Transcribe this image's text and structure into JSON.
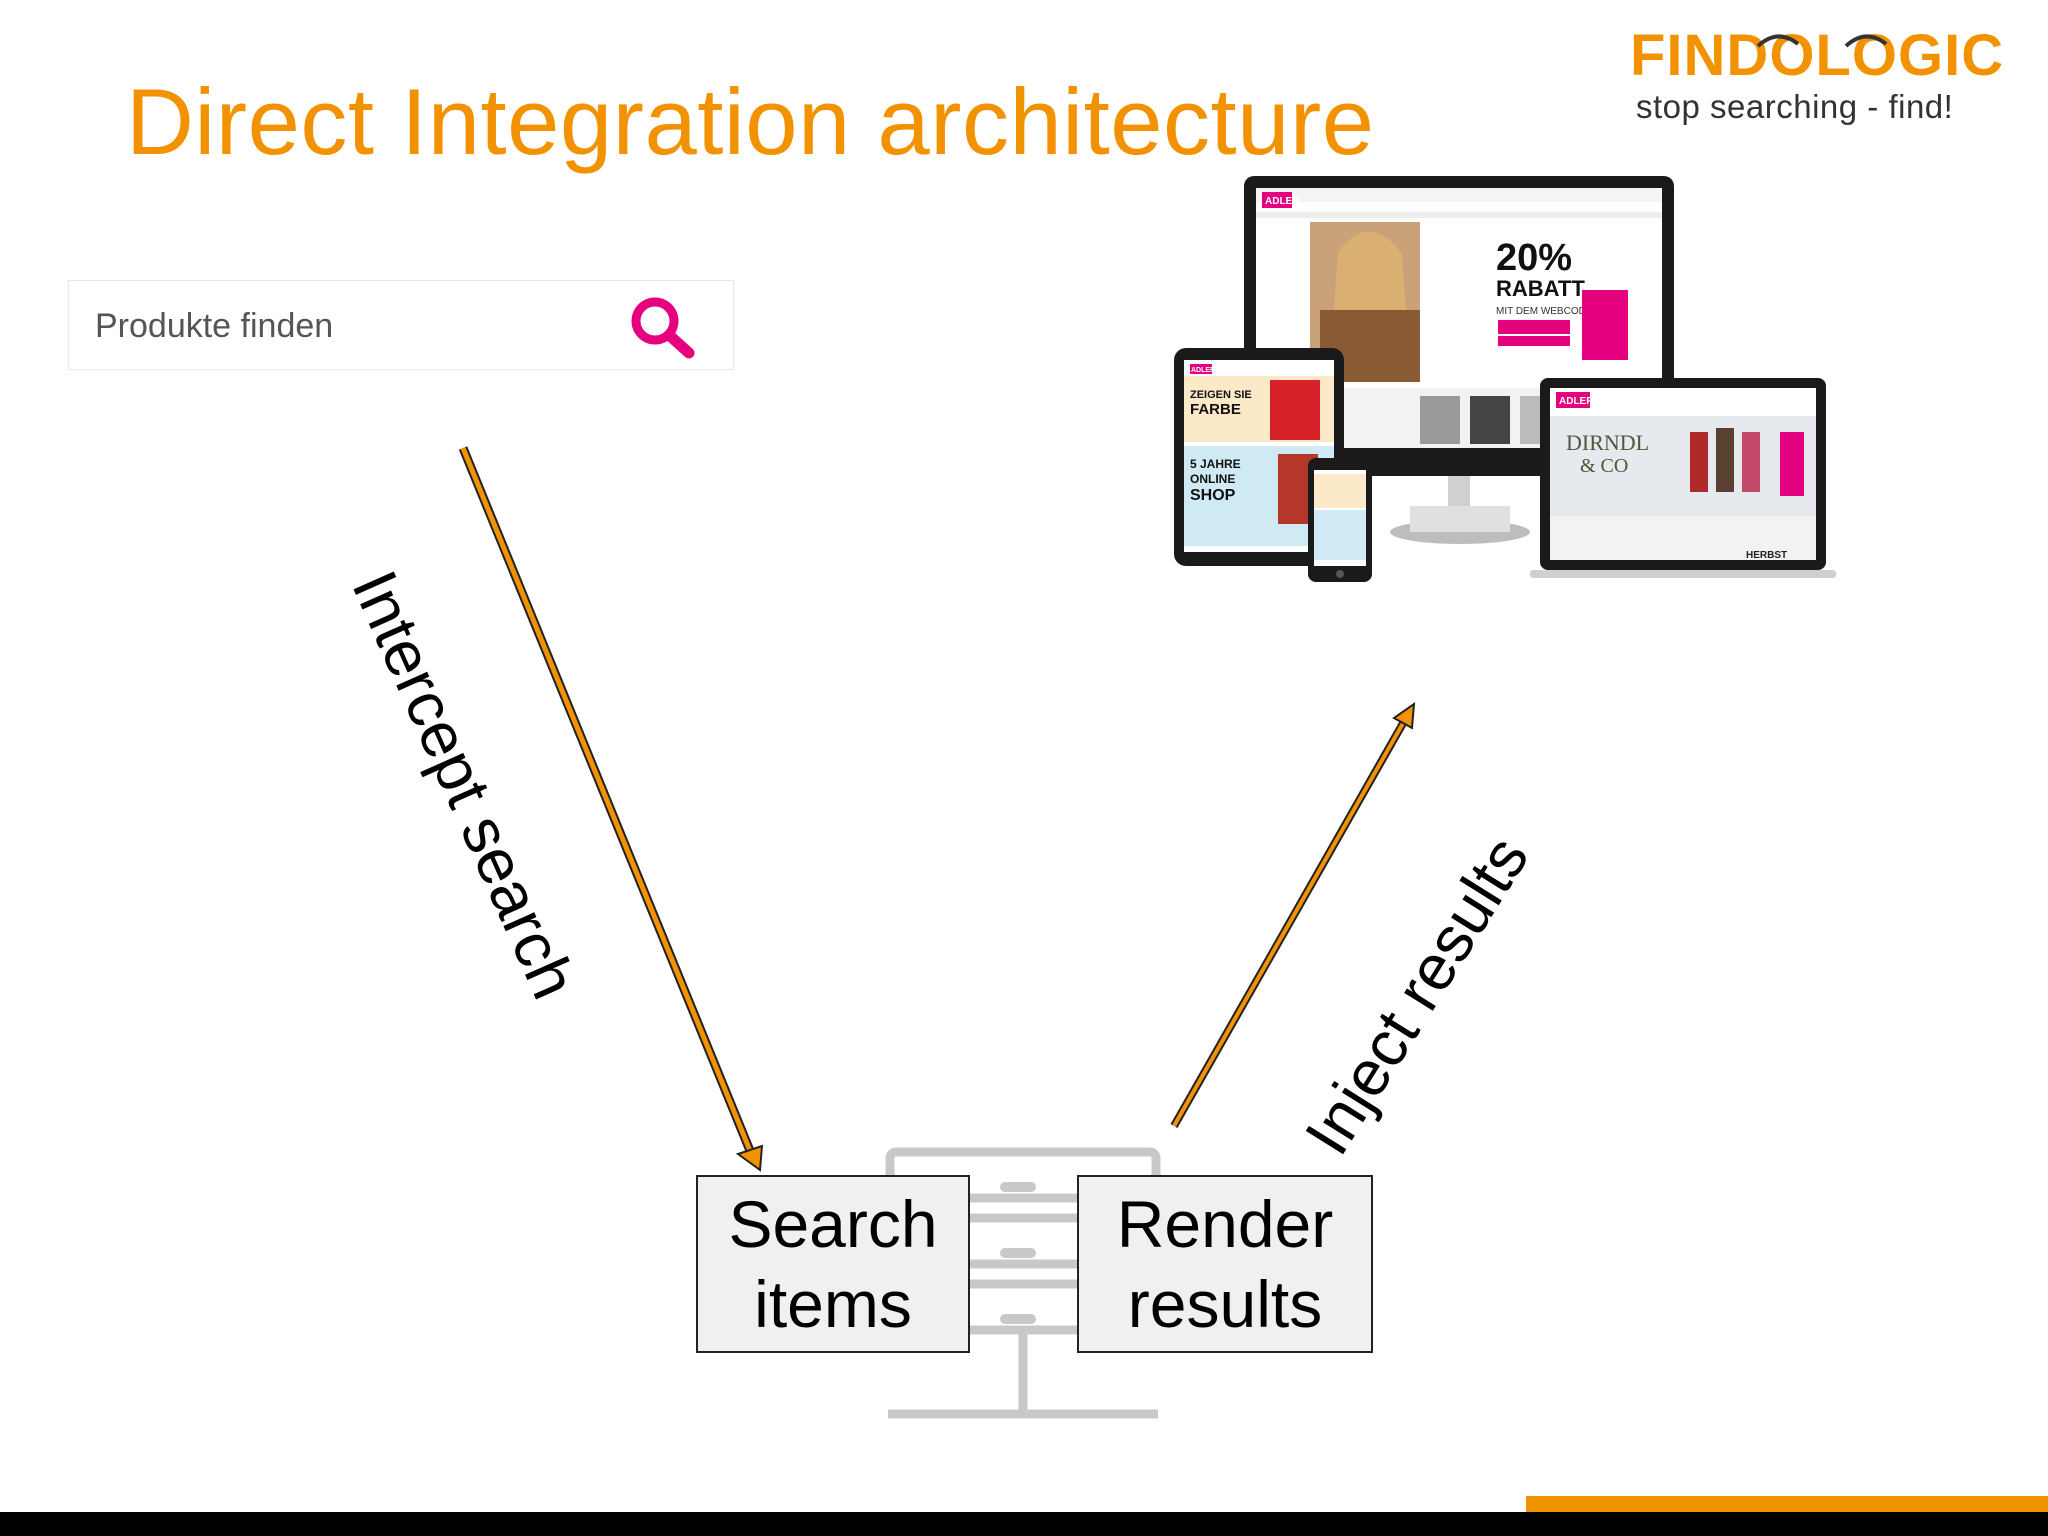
{
  "slide": {
    "title": "Direct Integration architecture"
  },
  "logo": {
    "wordmark": "FINDOLOGIC",
    "tagline": "stop searching - find!"
  },
  "search": {
    "placeholder": "Produkte finden"
  },
  "arrows": {
    "intercept_label": "Intercept search",
    "inject_label": "Inject results"
  },
  "boxes": {
    "search_items": "Search\nitems",
    "render_results": "Render\nresults"
  },
  "devices": {
    "monitor": {
      "brand": "ADLER",
      "promo_big": "20%",
      "promo_word": "RABATT",
      "promo_sub": "MIT DEM WEBCODE"
    },
    "tablet": {
      "brand": "ADLER",
      "headline_1": "ZEIGEN SIE",
      "headline_2": "FARBE",
      "promo_1": "5 JAHRE",
      "promo_2": "ONLINE",
      "promo_3": "SHOP"
    },
    "laptop": {
      "brand": "ADLER",
      "headline_1": "DIRNDL",
      "headline_2": "& CO",
      "footer": "HERBST"
    }
  },
  "colors": {
    "accent_orange": "#f39200",
    "search_icon_magenta": "#e6007e",
    "adler_pink": "#e4007f"
  }
}
